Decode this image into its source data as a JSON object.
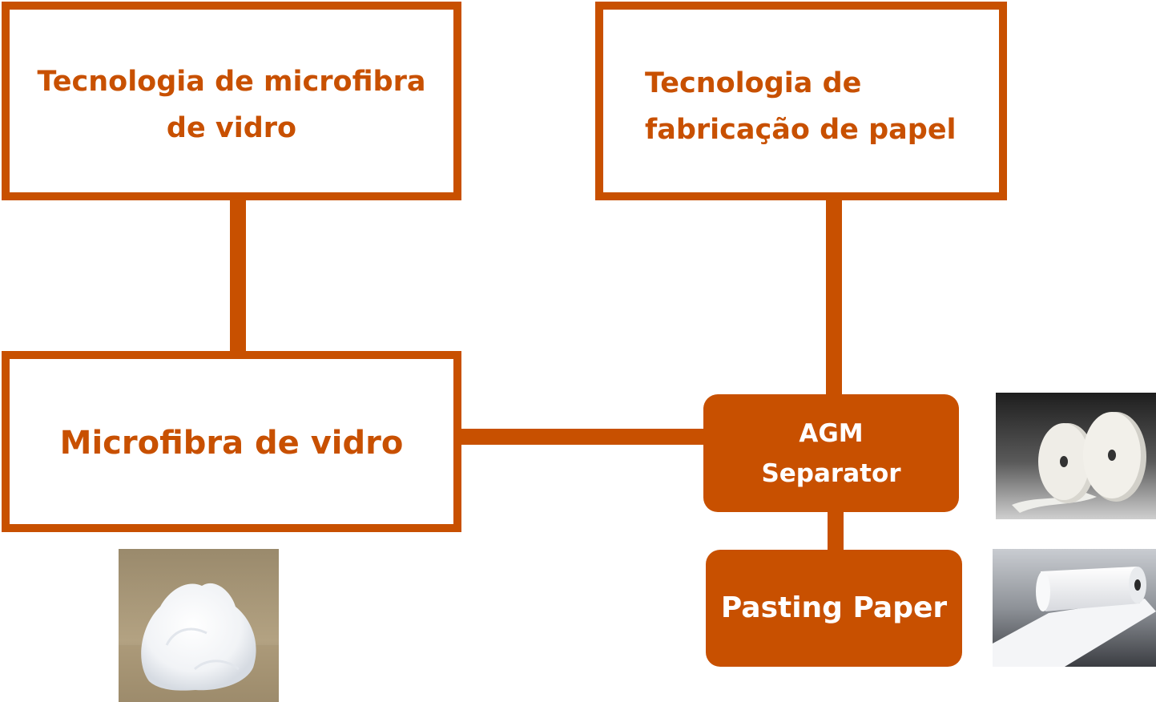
{
  "nodes": {
    "glass_microfiber_tech": {
      "line1": "Tecnologia de microfibra",
      "line2": "de vidro"
    },
    "papermaking_tech": {
      "line1": "Tecnologia de",
      "line2": "fabricação de papel"
    },
    "glass_microfiber": {
      "label": "Microfibra de vidro"
    },
    "agm_separator": {
      "line1": "AGM",
      "line2": "Separator"
    },
    "pasting_paper": {
      "label": "Pasting Paper"
    }
  },
  "images": {
    "microfiber_photo": "glass-microfiber-cotton-photo",
    "agm_photo": "agm-separator-rolls-photo",
    "pasting_photo": "pasting-paper-roll-photo"
  },
  "colors": {
    "accent": "#c85000",
    "background": "#ffffff",
    "pill_text": "#ffffff"
  }
}
